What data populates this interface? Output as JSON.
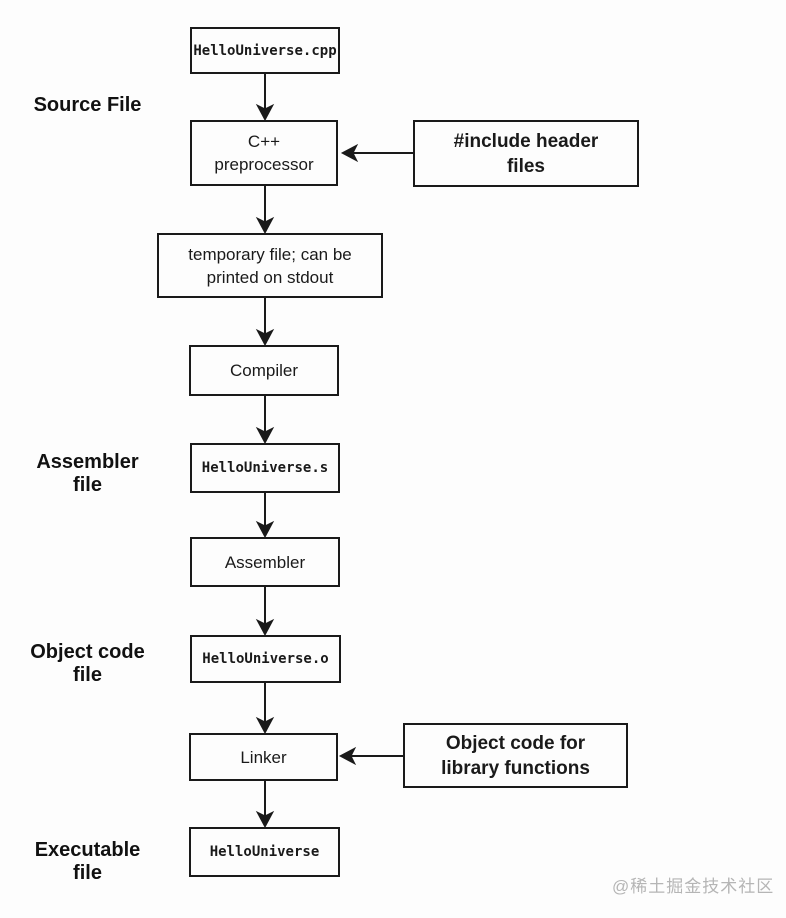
{
  "page": {
    "background_color": "#fdfdfd",
    "line_color": "#1a1a1a",
    "watermark_color": "#b5b5b5"
  },
  "side_labels": {
    "source_file": "Source File",
    "assembler_file": {
      "line1": "Assembler",
      "line2": "file"
    },
    "object_code_file": {
      "line1": "Object code",
      "line2": "file"
    },
    "executable_file": {
      "line1": "Executable",
      "line2": "file"
    }
  },
  "nodes": {
    "source_file": "HelloUniverse.cpp",
    "preprocessor": {
      "line1": "C++",
      "line2": "preprocessor"
    },
    "temp_file": {
      "line1": "temporary file; can be",
      "line2": "printed on stdout"
    },
    "compiler": "Compiler",
    "assembler_file": "HelloUniverse.s",
    "assembler": "Assembler",
    "object_file": "HelloUniverse.o",
    "linker": "Linker",
    "executable": "HelloUniverse"
  },
  "side_inputs": {
    "header_files": {
      "line1": "#include header",
      "line2": "files"
    },
    "library_objects": {
      "line1": "Object code for",
      "line2": "library functions"
    }
  },
  "edges": [
    {
      "from": "source_file",
      "to": "preprocessor"
    },
    {
      "from": "preprocessor",
      "to": "temp_file"
    },
    {
      "from": "temp_file",
      "to": "compiler"
    },
    {
      "from": "compiler",
      "to": "assembler_file"
    },
    {
      "from": "assembler_file",
      "to": "assembler"
    },
    {
      "from": "assembler",
      "to": "object_file"
    },
    {
      "from": "object_file",
      "to": "linker"
    },
    {
      "from": "linker",
      "to": "executable"
    },
    {
      "from": "header_files",
      "to": "preprocessor"
    },
    {
      "from": "library_objects",
      "to": "linker"
    }
  ],
  "watermark": "@稀土掘金技术社区"
}
